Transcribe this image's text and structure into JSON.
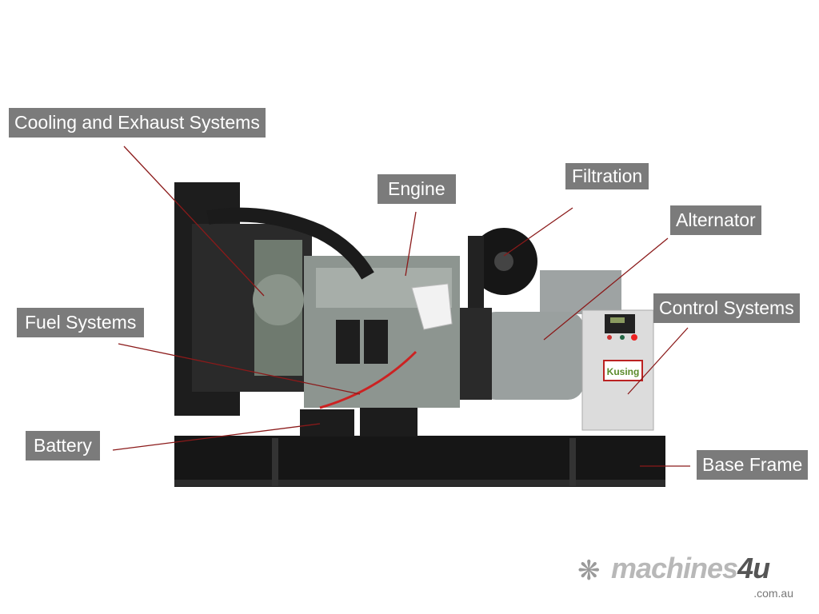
{
  "labels": {
    "cooling": "Cooling and Exhaust Systems",
    "engine": "Engine",
    "filtration": "Filtration",
    "alternator": "Alternator",
    "control": "Control Systems",
    "fuel": "Fuel Systems",
    "battery": "Battery",
    "base_frame": "Base Frame"
  },
  "panel_brand": "Kusing",
  "watermark": {
    "name": "machines",
    "accent": "4u",
    "tld": ".com.au"
  },
  "colors": {
    "label_bg": "#7b7b7b",
    "leader": "#8b1a1a"
  }
}
